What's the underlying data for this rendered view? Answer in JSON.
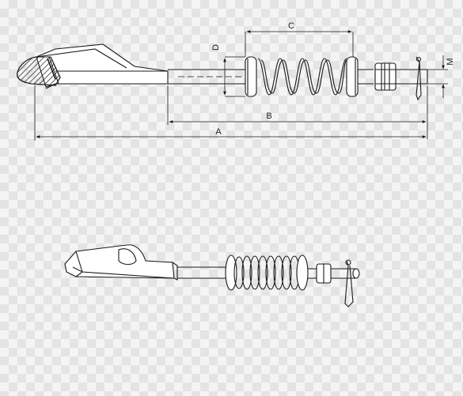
{
  "drawing": {
    "dimension_labels": {
      "a": "A",
      "b": "B",
      "c": "C",
      "d": "D",
      "m": "M"
    },
    "line_color": "#1a1a1a",
    "background": "checkerboard"
  }
}
